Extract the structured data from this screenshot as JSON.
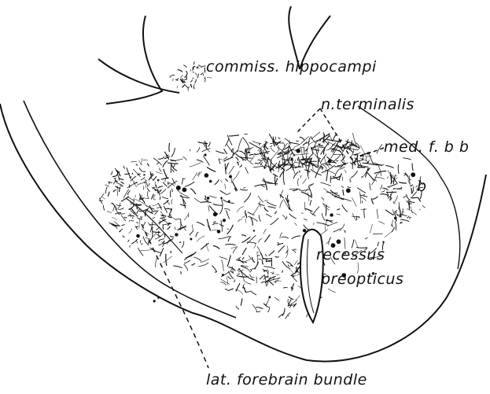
{
  "figure": {
    "labels": {
      "commissure": "commiss. hippocampi",
      "terminalis": "n.terminalis",
      "med_fbb": "med. f. b b",
      "b": "b",
      "recessus": "recessus",
      "preopticus": "preopticus",
      "lat_bundle": "lat. forebrain  bundle"
    },
    "colors": {
      "ink": "#111111",
      "paper": "#ffffff"
    }
  }
}
